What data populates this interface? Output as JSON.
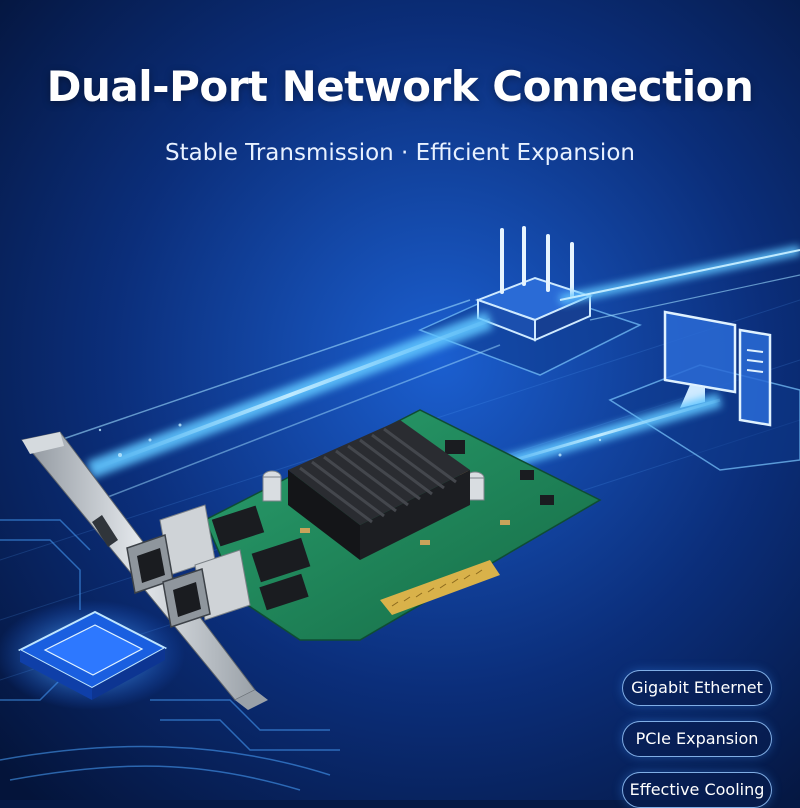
{
  "headline": "Dual-Port Network Connection",
  "subheadline": "Stable Transmission · Efficient Expansion",
  "features": [
    "Gigabit Ethernet",
    "PCIe Expansion",
    "Effective Cooling"
  ],
  "colors": {
    "background": "#061a45",
    "glow": "#4fb3ff",
    "pcb": "#1f8a5c",
    "heatsink": "#1c1e22",
    "bracket": "#b9bec4"
  },
  "icons": [
    "router-icon",
    "computer-icon",
    "chip-icon",
    "heatsink-icon",
    "ethernet-port-icon"
  ]
}
